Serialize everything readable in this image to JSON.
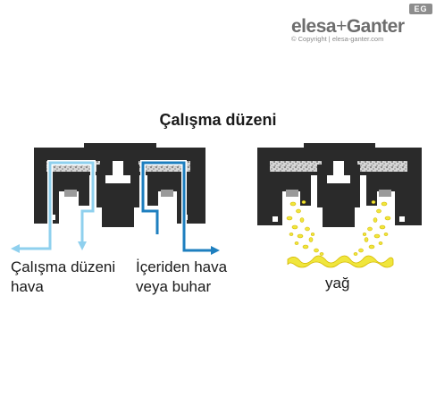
{
  "logo": {
    "brand_name": "elesa+Ganter",
    "brand_part1": "elesa",
    "brand_plus": "+",
    "brand_part2": "Ganter",
    "badge": "EG",
    "copyright": "© Copyright | elesa-ganter.com"
  },
  "title": "Çalışma düzeni",
  "labels": {
    "working_air_line1": "Çalışma düzeni",
    "working_air_line2": "hava",
    "internal_air_line1": "İçeriden hava",
    "internal_air_line2": "veya buhar",
    "oil": "yağ"
  },
  "colors": {
    "body": "#2a2a2a",
    "filter": "#c9c9c9",
    "light_flow": "#8fd0ee",
    "dark_flow": "#1e7fbf",
    "oil": "#f0e63c",
    "oil_outline": "#d4b800",
    "label_text": "#1a1a1a"
  }
}
